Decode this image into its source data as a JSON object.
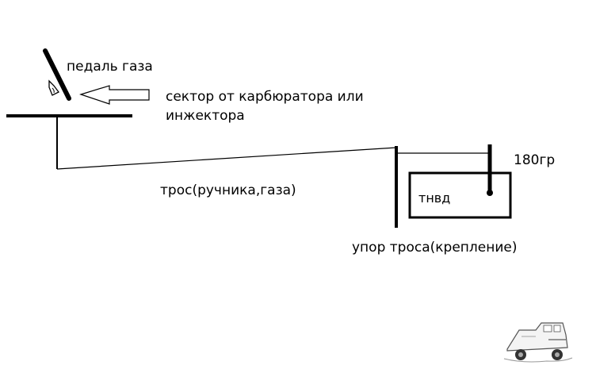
{
  "labels": {
    "pedal": "педаль газа",
    "sector_line1": "сектор от карбюратора или",
    "sector_line2": "инжектора",
    "weight": "180гр",
    "pump": "тнвд",
    "cable": "трос(ручника,газа)",
    "cable_stop": "упор троса(крепление)"
  },
  "colors": {
    "ink": "#000000",
    "background": "#ffffff"
  },
  "icons": {
    "logo": "off-road-truck-logo"
  }
}
